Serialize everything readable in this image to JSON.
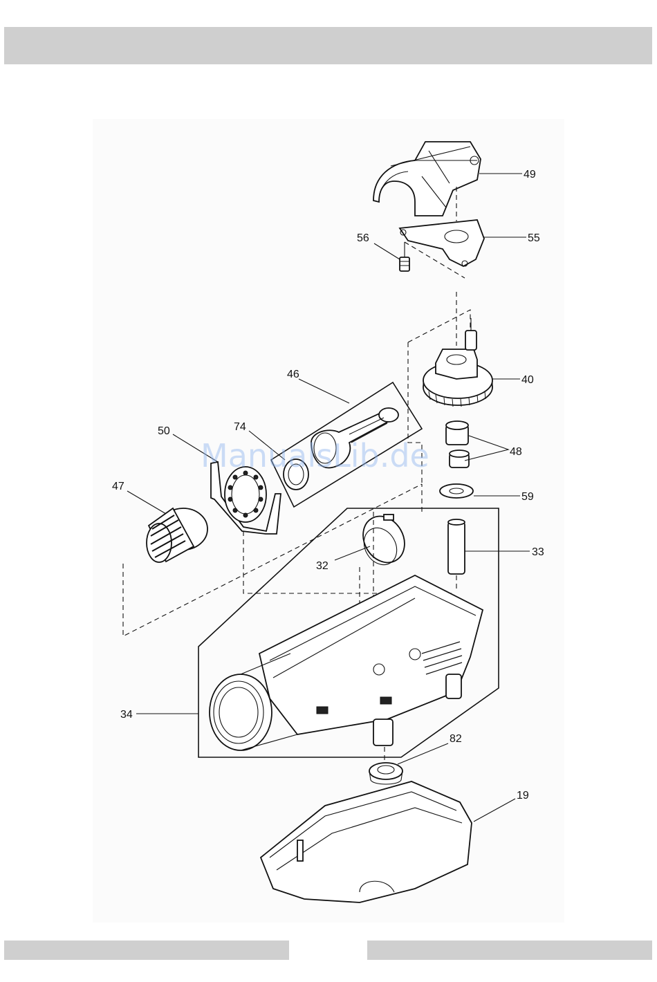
{
  "callouts": {
    "c19": "19",
    "c32": "32",
    "c33": "33",
    "c34": "34",
    "c40": "40",
    "c46": "46",
    "c47": "47",
    "c48": "48",
    "c49": "49",
    "c50": "50",
    "c55": "55",
    "c56": "56",
    "c59": "59",
    "c74": "74",
    "c82": "82"
  },
  "watermark": "ManualsLib.de"
}
